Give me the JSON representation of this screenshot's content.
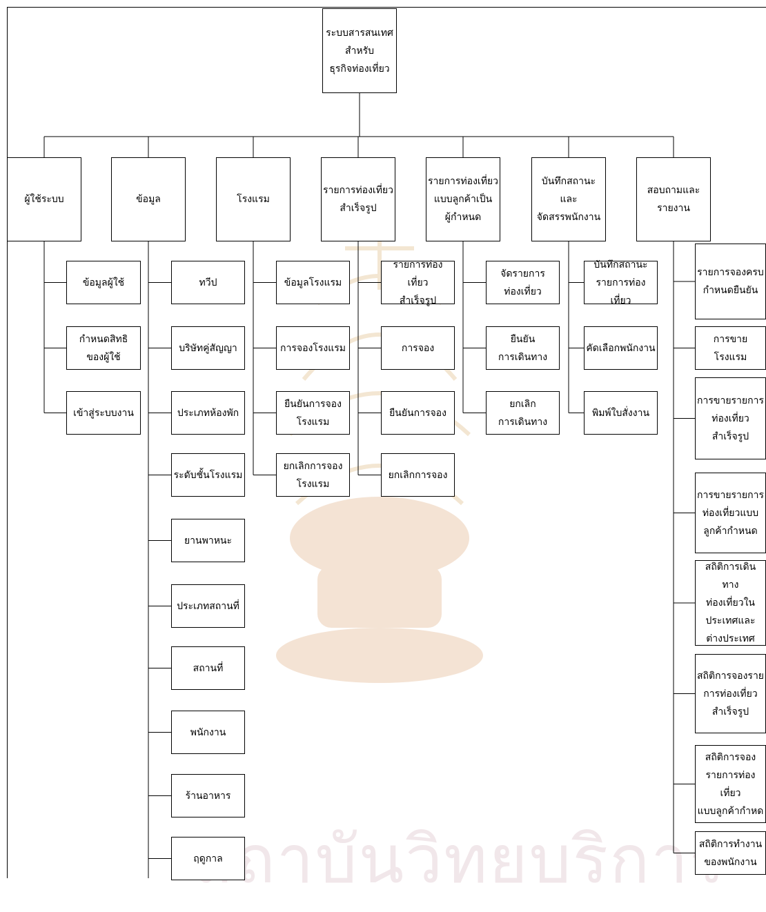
{
  "root": "ระบบสารสนเทศ\nสำหรับ\nธุรกิจท่องเที่ยว",
  "modules": [
    {
      "label": "ผู้ใช้ระบบ",
      "children": [
        "ข้อมูลผู้ใช้",
        "กำหนดสิทธิ\nของผู้ใช้",
        "เข้าสู่ระบบงาน"
      ]
    },
    {
      "label": "ข้อมูล",
      "children": [
        "ทวีป",
        "บริษัทคู่สัญญา",
        "ประเภทห้องพัก",
        "ระดับชั้นโรงแรม",
        "ยานพาหนะ",
        "ประเภทสถานที่",
        "สถานที่",
        "พนักงาน",
        "ร้านอาหาร",
        "ฤดูกาล"
      ]
    },
    {
      "label": "โรงแรม",
      "children": [
        "ข้อมูลโรงแรม",
        "การจองโรงแรม",
        "ยืนยันการจอง\nโรงแรม",
        "ยกเลิกการจอง\nโรงแรม"
      ]
    },
    {
      "label": "รายการท่องเที่ยว\nสำเร็จรูป",
      "children": [
        "รายการท่องเที่ยว\nสำเร็จรูป",
        "การจอง",
        "ยืนยันการจอง",
        "ยกเลิกการจอง"
      ]
    },
    {
      "label": "รายการท่องเที่ยว\nแบบลูกค้าเป็น\nผู้กำหนด",
      "children": [
        "จัดรายการ\nท่องเที่ยว",
        "ยืนยัน\nการเดินทาง",
        "ยกเลิก\nการเดินทาง"
      ]
    },
    {
      "label": "บันทึกสถานะและ\nจัดสรรพนักงาน",
      "children": [
        "บันทึกสถานะ\nรายการท่องเที่ยว",
        "คัดเลือกพนักงาน",
        "พิมพ์ใบสั่งงาน"
      ]
    },
    {
      "label": "สอบถามและ\nรายงาน",
      "children": [
        "รายการจองครบ\nกำหนดยืนยัน",
        "การขายโรงแรม",
        "การขายรายการ\nท่องเที่ยว\nสำเร็จรูป",
        "การขายรายการ\nท่องเที่ยวแบบ\nลูกค้ากำหนด",
        "สถิติการเดินทาง\nท่องเที่ยวใน\nประเทศและ\nต่างประเทศ",
        "สถิติการจองราย\nการท่องเที่ยว\nสำเร็จรูป",
        "สถิติการจอง\nรายการท่องเที่ยว\nแบบลูกค้ากำหด",
        "สถิติการทำงาน\nของพนักงาน"
      ]
    }
  ],
  "watermark": "สถาบันวิทยบริการ"
}
